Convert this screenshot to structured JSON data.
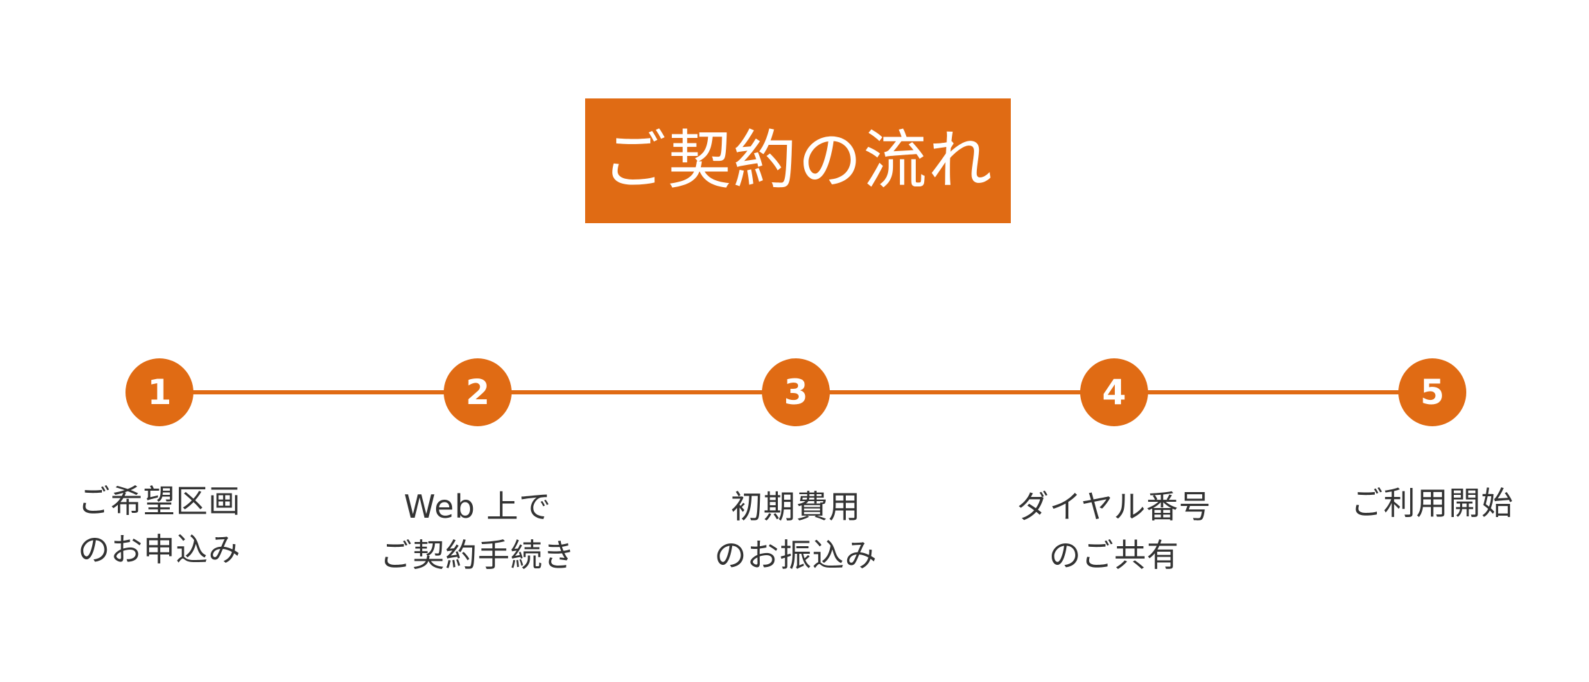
{
  "title": "ご契約の流れ",
  "steps": [
    {
      "number": "1",
      "lines": [
        "ご希望区画",
        "のお申込み"
      ]
    },
    {
      "number": "2",
      "lines": [
        "Web 上で",
        "ご契約手続き"
      ]
    },
    {
      "number": "3",
      "lines": [
        "初期費用",
        "のお振込み"
      ]
    },
    {
      "number": "4",
      "lines": [
        "ダイヤル番号",
        "のご共有"
      ]
    },
    {
      "number": "5",
      "lines": [
        "ご利用開始",
        ""
      ]
    }
  ],
  "colors": {
    "accent": "#e06b14",
    "text": "#333333",
    "background": "#ffffff"
  }
}
